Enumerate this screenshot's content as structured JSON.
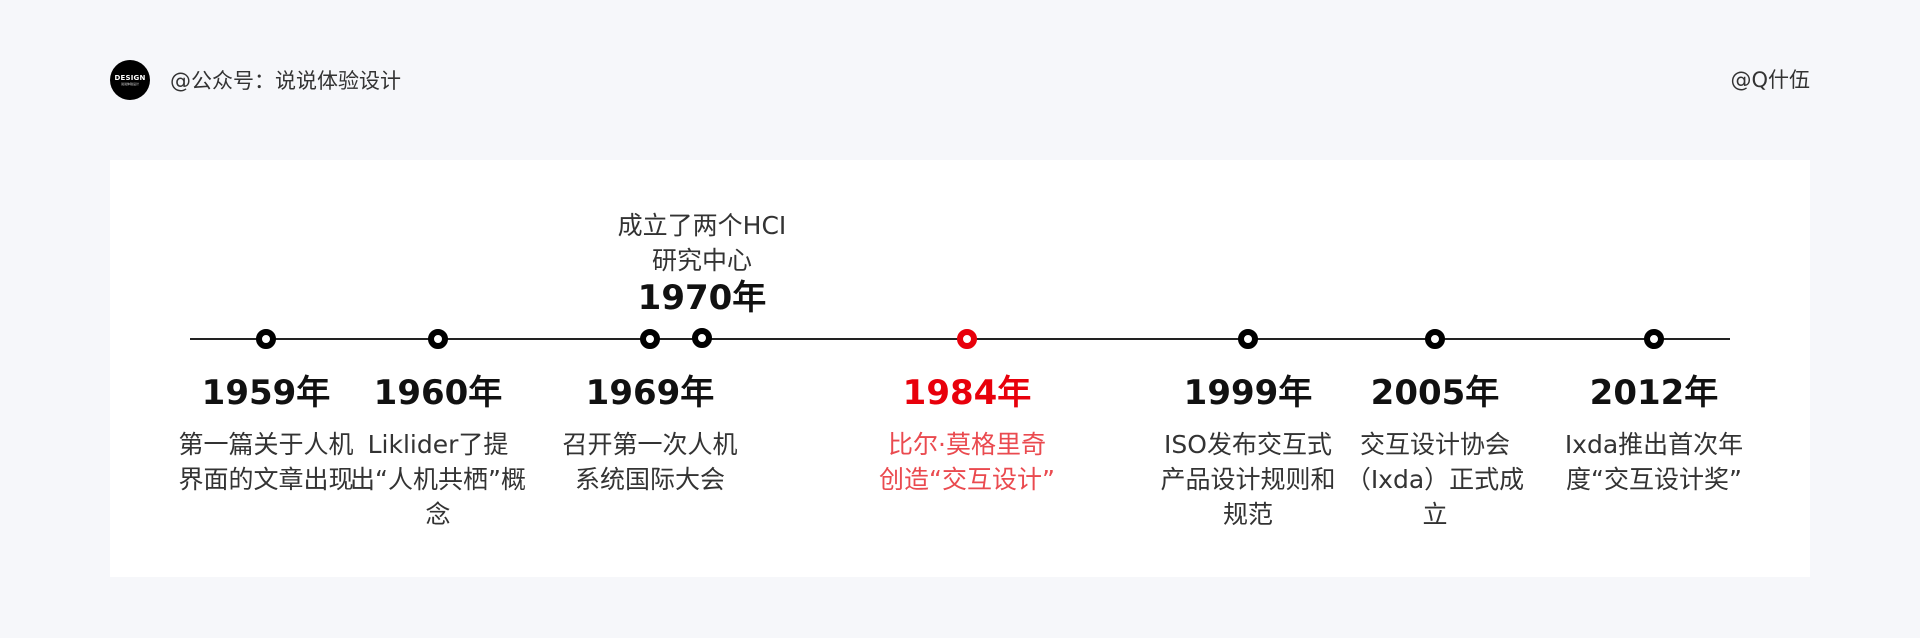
{
  "header": {
    "account": "@公众号：说说体验设计",
    "author": "@Q什伍",
    "logo_text": "DESIGN",
    "logo_subtext": "说说体验设计"
  },
  "colors": {
    "background": "#f6f7fa",
    "card": "#ffffff",
    "axis": "#222222",
    "marker": "#000000",
    "highlight": "#e8000b"
  },
  "timeline": {
    "events": [
      {
        "year": "1959年",
        "desc": "第一篇关于人机界面的文章出现",
        "position": "below",
        "highlight": false
      },
      {
        "year": "1960年",
        "desc": "Liklider了提出“人机共栖”概念",
        "position": "below",
        "highlight": false
      },
      {
        "year": "1969年",
        "desc": "召开第一次人机系统国际大会",
        "position": "below",
        "highlight": false
      },
      {
        "year": "1970年",
        "desc": "成立了两个HCI研究中心",
        "position": "above",
        "highlight": false
      },
      {
        "year": "1984年",
        "desc": "比尔·莫格里奇创造“交互设计”",
        "position": "below",
        "highlight": true
      },
      {
        "year": "1999年",
        "desc": "ISO发布交互式产品设计规则和规范",
        "position": "below",
        "highlight": false
      },
      {
        "year": "2005年",
        "desc": "交互设计协会（Ixda）正式成立",
        "position": "below",
        "highlight": false
      },
      {
        "year": "2012年",
        "desc": "Ixda推出首次年度“交互设计奖”",
        "position": "below",
        "highlight": false
      }
    ]
  }
}
